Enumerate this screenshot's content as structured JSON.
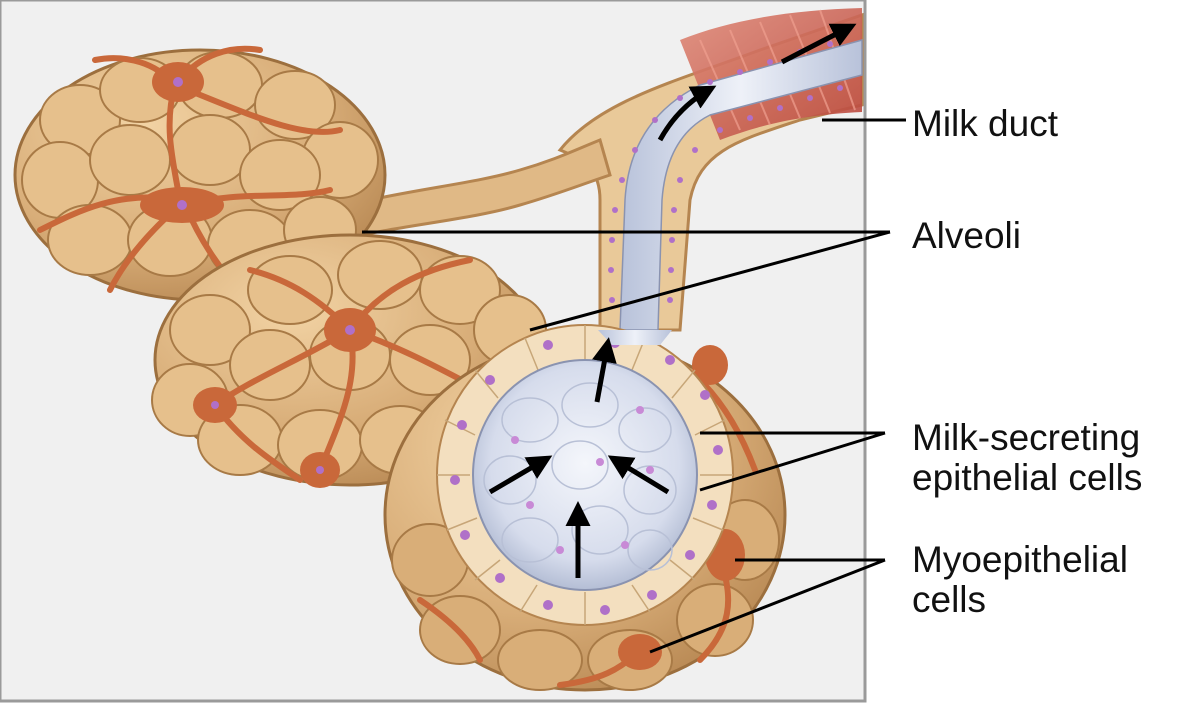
{
  "labels": {
    "milk_duct": "Milk duct",
    "alveoli": "Alveoli",
    "milk_secreting_line1": "Milk-secreting",
    "milk_secreting_line2": "epithelial cells",
    "myoepithelial_line1": "Myoepithelial",
    "myoepithelial_line2": "cells"
  },
  "colors": {
    "panel_background": "#f0f0f0",
    "panel_border": "#9a9a9a",
    "alveolus_tissue": "#d8ad78",
    "alveolus_lobule": "#c99a62",
    "myoepithelial_cell": "#c9683a",
    "nucleus": "#b070c8",
    "lumen": "#c8d0e4",
    "duct_wall": "#e9c999",
    "smooth_muscle": "#c5564a",
    "arrow": "#000000",
    "leader_line": "#000000"
  }
}
